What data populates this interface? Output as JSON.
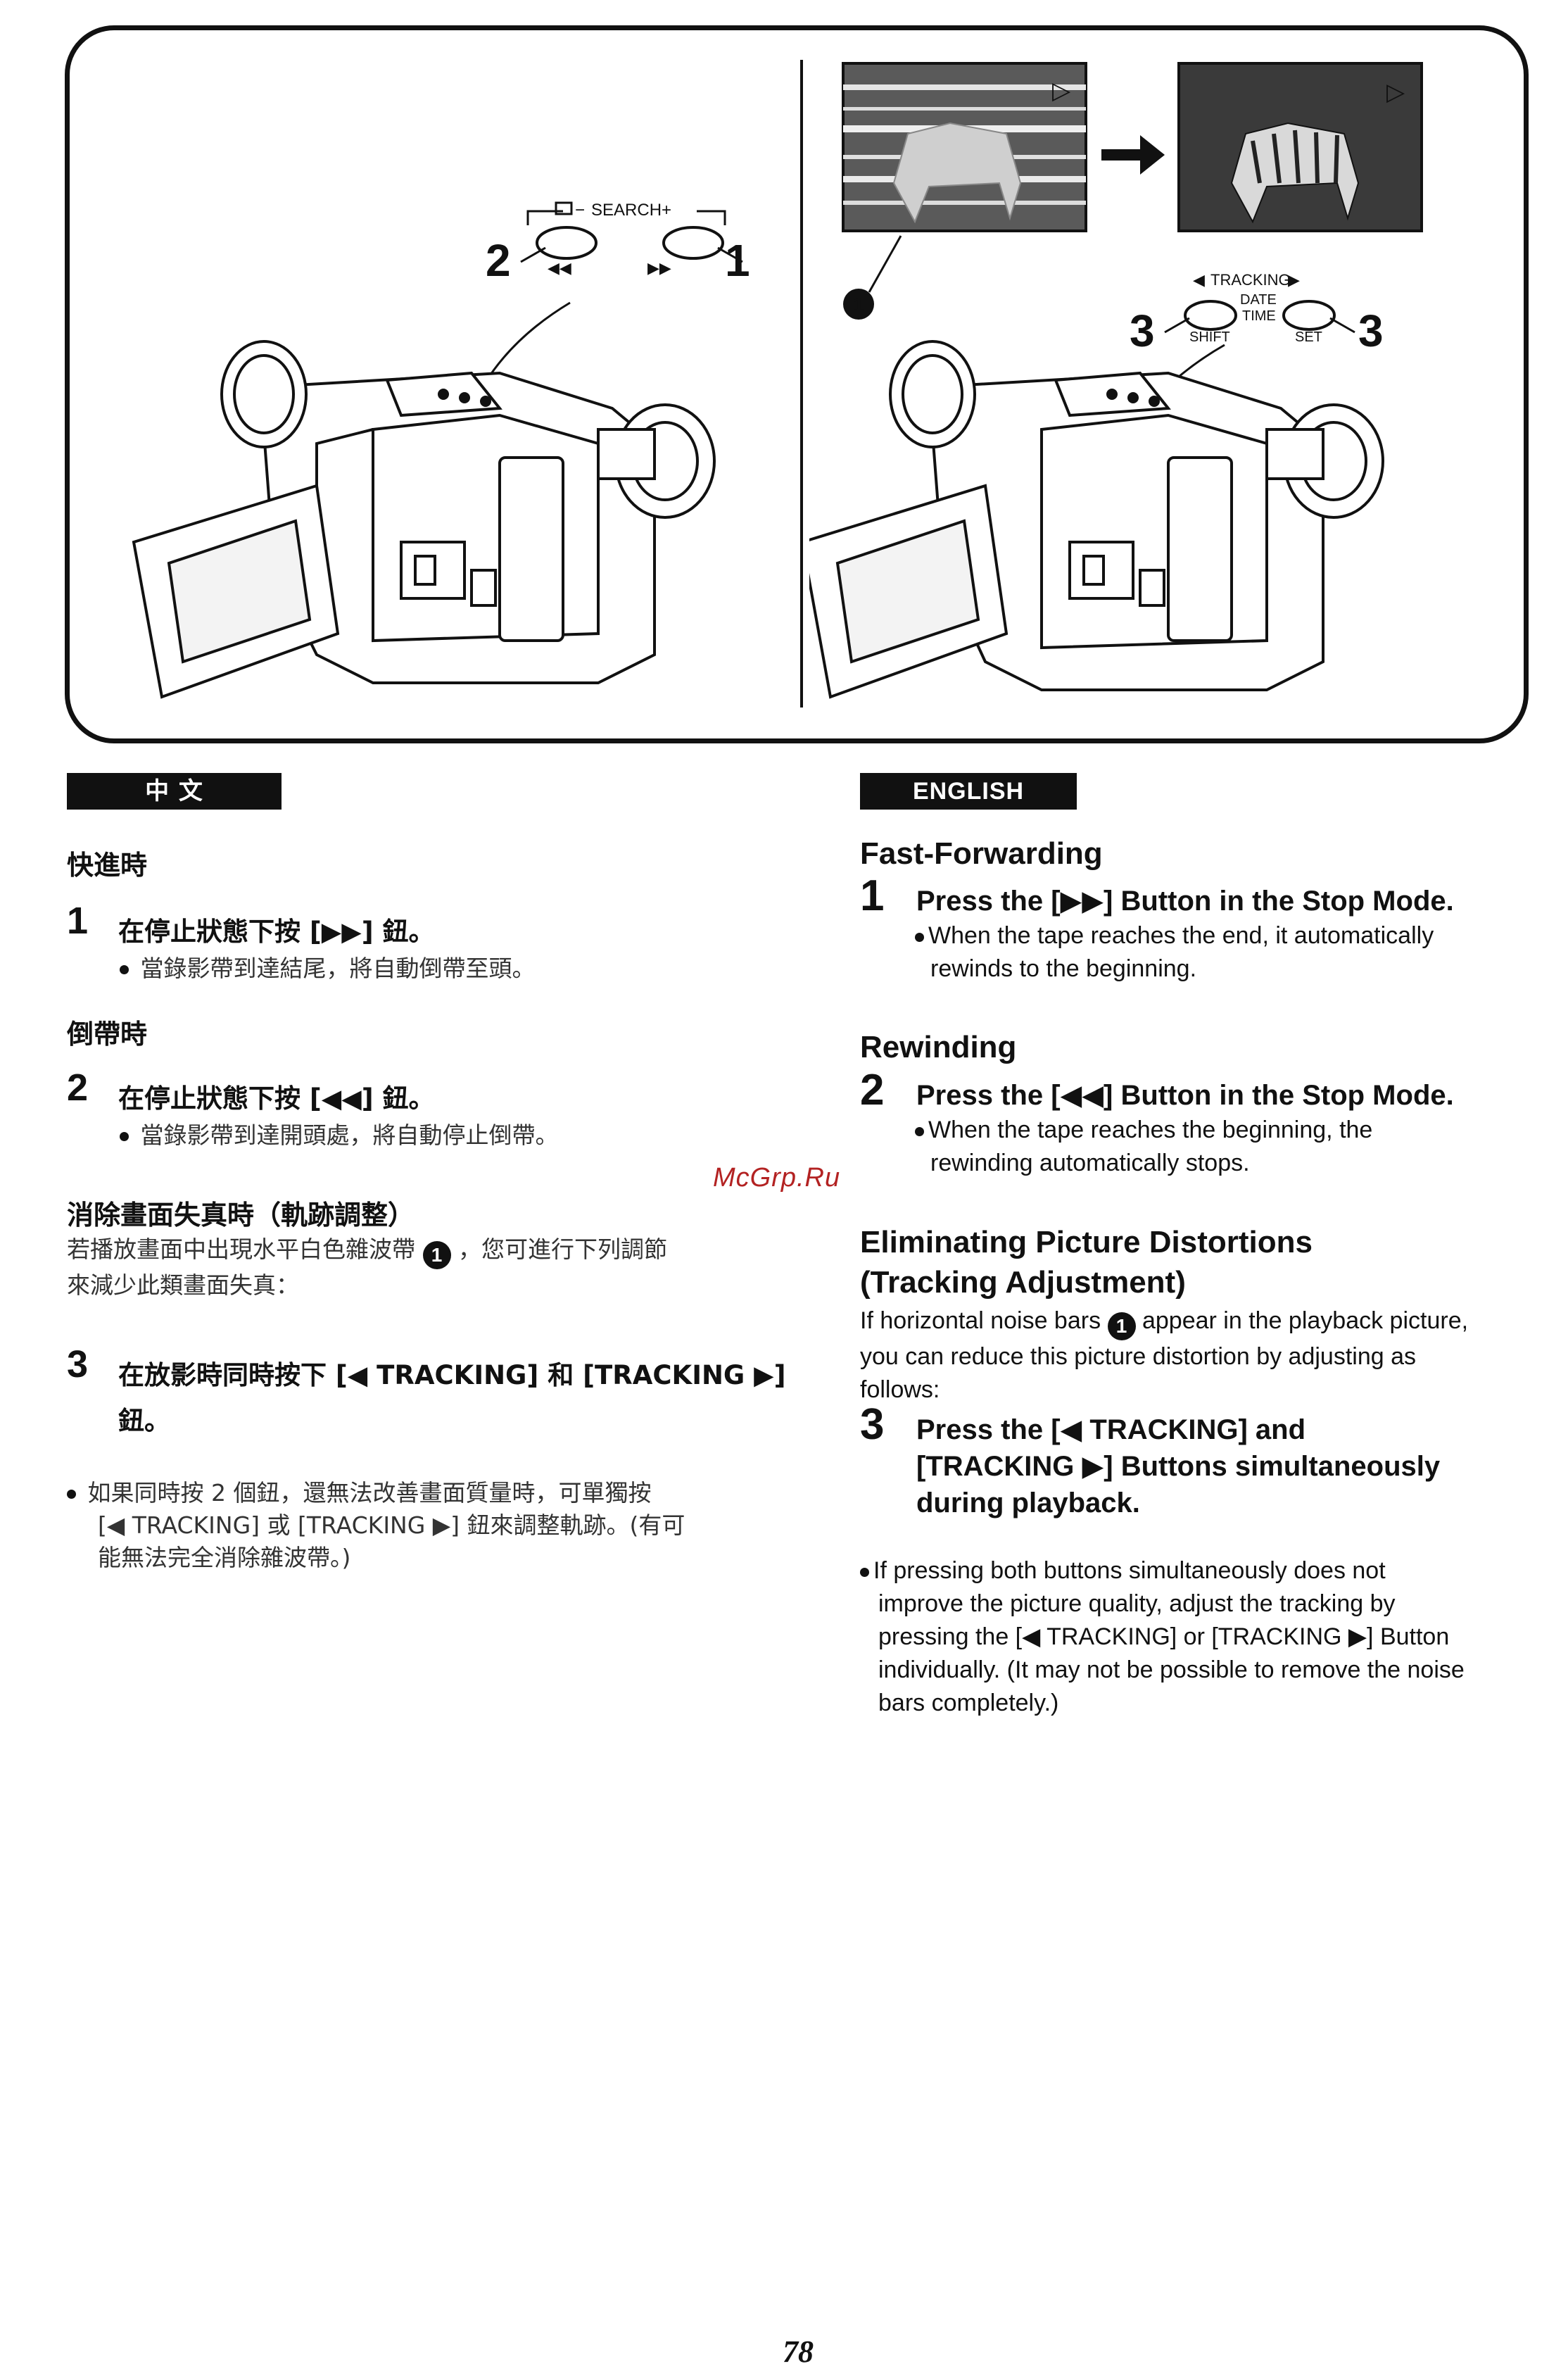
{
  "figure": {
    "left_panel": {
      "search_label": "SEARCH",
      "search_plus": "+",
      "search_minus": "−",
      "rewind_symbol": "◀◀",
      "ff_symbol": "▶▶",
      "step_left": "2",
      "step_right": "1"
    },
    "right_panel": {
      "tracking_label": "TRACKING",
      "tracking_left_arrow": "◀",
      "tracking_right_arrow": "▶",
      "date_label": "DATE",
      "time_label": "TIME",
      "shift_label": "SHIFT",
      "set_label": "SET",
      "step_left": "3",
      "step_right": "3",
      "noise_callout": "1",
      "play_marker": "▷"
    }
  },
  "chinese": {
    "tab_label": "中 文",
    "ff_heading": "快進時",
    "step1_num": "1",
    "step1_text": "在停止狀態下按 [▶▶] 鈕。",
    "step1_note": "當錄影帶到達結尾，將自動倒帶至頭。",
    "rew_heading": "倒帶時",
    "step2_num": "2",
    "step2_text": "在停止狀態下按 [◀◀] 鈕。",
    "step2_note": "當錄影帶到達開頭處，將自動停止倒帶。",
    "track_heading": "消除畫面失真時（軌跡調整）",
    "track_intro_a": "若播放畫面中出現水平白色雜波帶",
    "track_intro_callout": "1",
    "track_intro_b": "，您可進行下列調節",
    "track_intro_c": "來減少此類畫面失真：",
    "step3_num": "3",
    "step3_line1": "在放影時同時按下 [◀ TRACKING] 和 [TRACKING ▶]",
    "step3_line2": "鈕。",
    "note_line1": "如果同時按 2 個鈕，還無法改善畫面質量時，可單獨按",
    "note_line2": "[◀ TRACKING] 或 [TRACKING ▶] 鈕來調整軌跡。(有可",
    "note_line3": "能無法完全消除雜波帶。)"
  },
  "english": {
    "tab_label": "ENGLISH",
    "ff_heading": "Fast-Forwarding",
    "step1_num": "1",
    "step1_text": "Press the [▶▶] Button in the Stop Mode.",
    "step1_note_line1": "When the tape reaches the end, it automatically",
    "step1_note_line2": "rewinds to the beginning.",
    "rew_heading": "Rewinding",
    "step2_num": "2",
    "step2_text": "Press the [◀◀] Button in the Stop Mode.",
    "step2_note_line1": "When the tape reaches the beginning, the",
    "step2_note_line2": "rewinding automatically stops.",
    "track_heading_line1": "Eliminating Picture Distortions",
    "track_heading_line2": "(Tracking Adjustment)",
    "track_intro_a": "If horizontal noise bars",
    "track_intro_callout": "1",
    "track_intro_b": "appear in the playback picture,",
    "track_intro_line2": "you can reduce this picture distortion by adjusting as",
    "track_intro_line3": "follows:",
    "step3_num": "3",
    "step3_line1": "Press the [◀ TRACKING] and",
    "step3_line2": "[TRACKING ▶] Buttons simultaneously",
    "step3_line3": "during playback.",
    "note_line1": "If pressing both buttons simultaneously does not",
    "note_line2": "improve the picture quality, adjust the tracking by",
    "note_line3": "pressing the [◀ TRACKING] or [TRACKING ▶] Button",
    "note_line4": "individually. (It may not be possible to remove the noise",
    "note_line5": "bars completely.)"
  },
  "watermark": "McGrp.Ru",
  "page_number": "78"
}
